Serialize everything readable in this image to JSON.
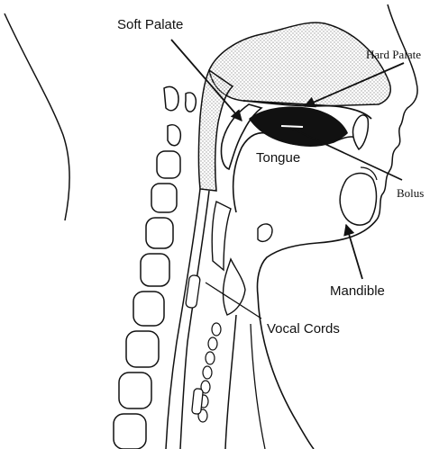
{
  "diagram": {
    "labels": {
      "soft_palate": "Soft Palate",
      "hard_palate": "Hard Palate",
      "tongue": "Tongue",
      "bolus": "Bolus",
      "mandible": "Mandible",
      "vocal_cords": "Vocal Cords"
    },
    "colors": {
      "ink": "#111111",
      "stipple": "#cfcfcf",
      "background": "#ffffff"
    }
  }
}
